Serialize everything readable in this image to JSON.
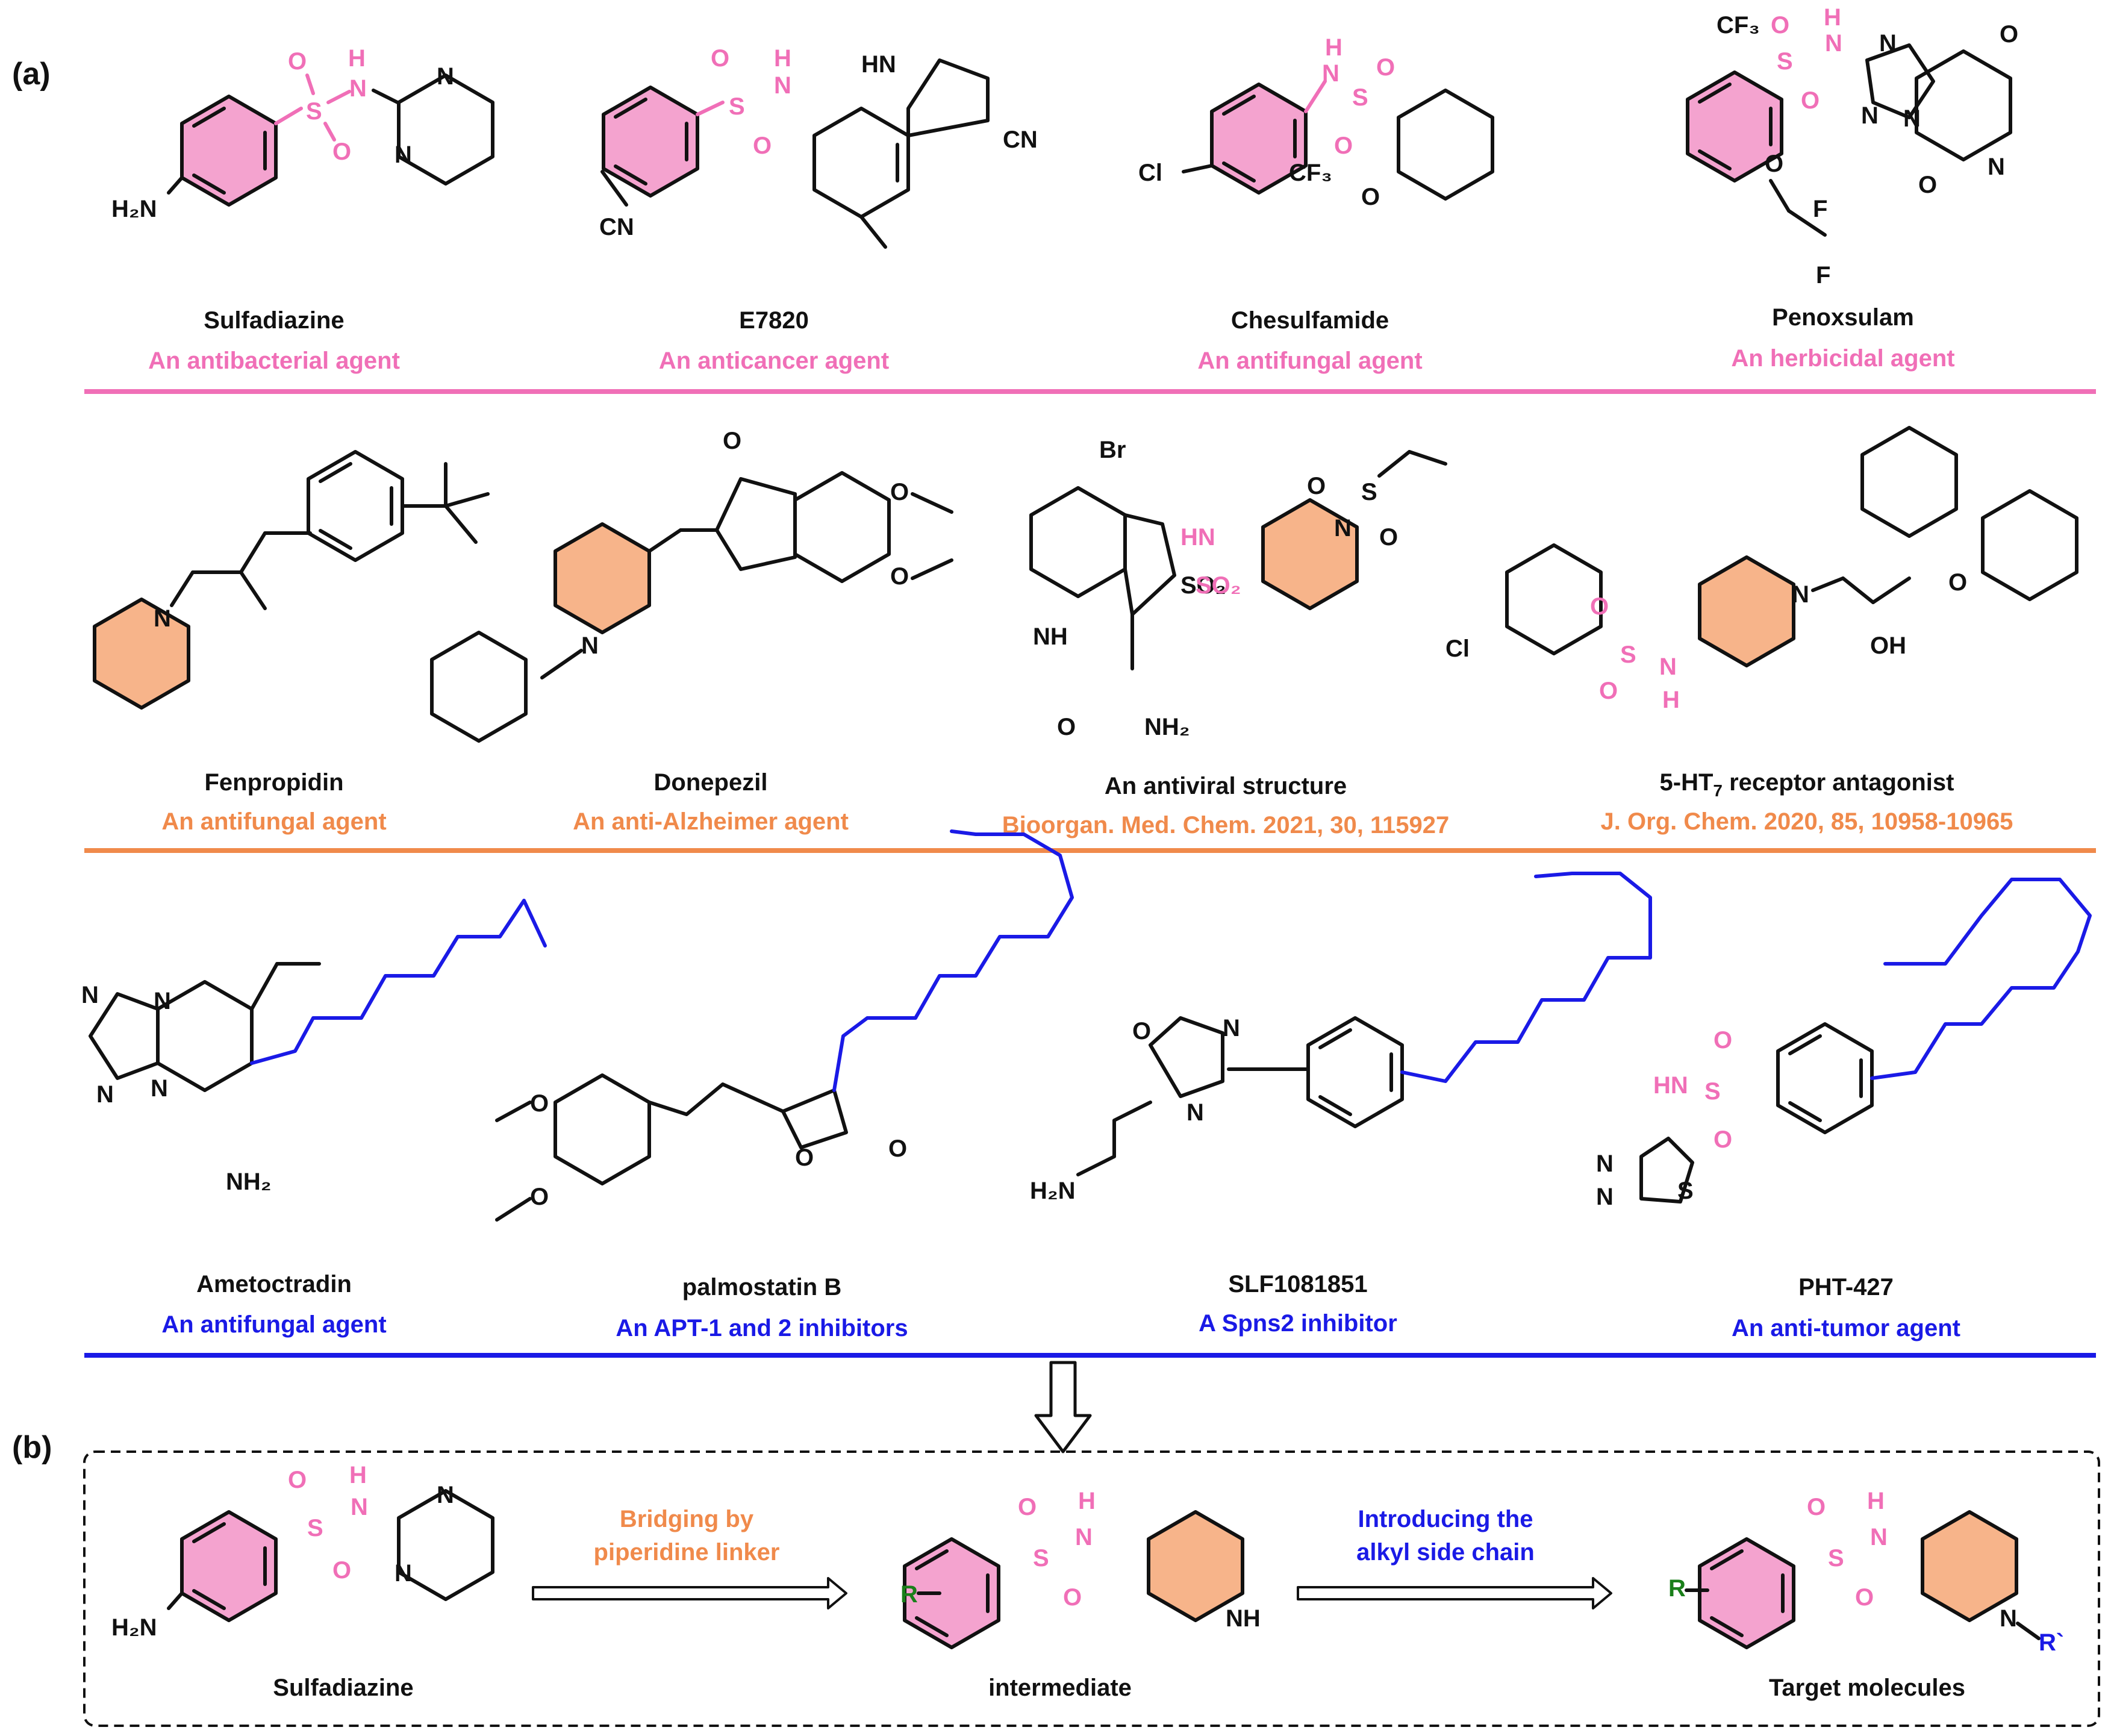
{
  "panels": {
    "a": "(a)",
    "b": "(b)"
  },
  "colors": {
    "pink": "#f06fb7",
    "orange": "#f08a4b",
    "blue": "#1a1ae6",
    "green": "#1a7f1a",
    "pink_fill": "#f4a3cf",
    "orange_fill": "#f7b48a"
  },
  "row1": {
    "compounds": [
      {
        "name": "Sulfadiazine",
        "role": "An antibacterial agent"
      },
      {
        "name": "E7820",
        "role": "An anticancer agent"
      },
      {
        "name": "Chesulfamide",
        "role": "An antifungal agent"
      },
      {
        "name": "Penoxsulam",
        "role": "An herbicidal  agent"
      }
    ]
  },
  "row2": {
    "compounds": [
      {
        "name": "Fenpropidin",
        "role": "An antifungal agent"
      },
      {
        "name": "Donepezil",
        "role": "An anti-Alzheimer agent"
      },
      {
        "name": "An  antiviral structure",
        "role": "Bioorgan. Med. Chem. 2021, 30, 115927"
      },
      {
        "name_prefix": "5-HT",
        "name_sub": "7",
        "name_suffix": " receptor antagonist",
        "role": "J. Org. Chem. 2020, 85, 10958-10965"
      }
    ]
  },
  "row3": {
    "compounds": [
      {
        "name": "Ametoctradin",
        "role": "An antifungal agent"
      },
      {
        "name": "palmostatin B",
        "role": "An APT-1 and 2 inhibitors"
      },
      {
        "name": "SLF1081851",
        "role": "A Spns2 inhibitor"
      },
      {
        "name": "PHT-427",
        "role": "An anti-tumor agent"
      }
    ]
  },
  "panel_b": {
    "start": "Sulfadiazine",
    "step1": [
      "Bridging by",
      "piperidine linker"
    ],
    "middle": "intermediate",
    "step2": [
      "Introducing the",
      "alkyl side chain"
    ],
    "end": "Target molecules"
  },
  "atoms": {
    "H2N": "H₂N",
    "NH2": "NH₂",
    "N": "N",
    "H": "H",
    "S": "S",
    "O": "O",
    "NH": "NH",
    "HN": "HN",
    "CN": "CN",
    "Cl": "Cl",
    "CF3": "CF₃",
    "F": "F",
    "Br": "Br",
    "SO2": "SO₂",
    "OH": "OH",
    "R": "R",
    "Rp": "R`"
  }
}
